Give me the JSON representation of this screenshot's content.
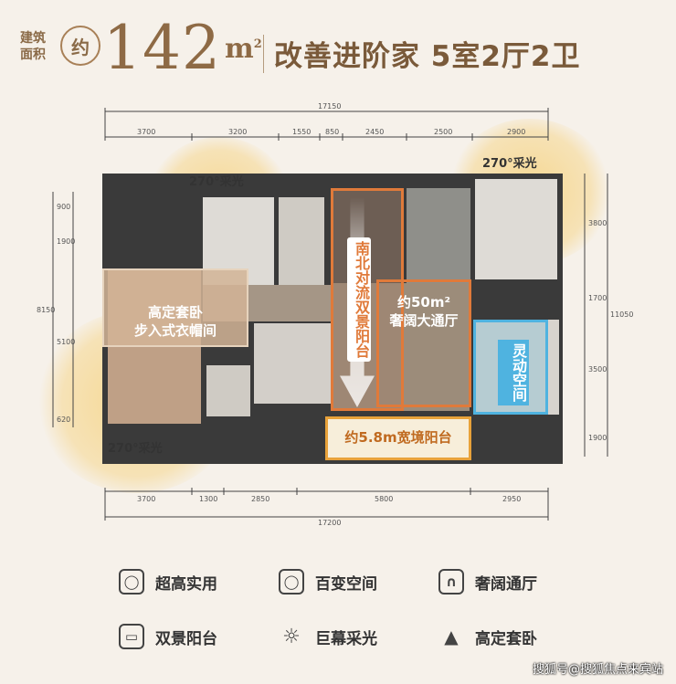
{
  "header": {
    "area_label": "建筑面积",
    "approx": "约",
    "area_value": "142",
    "area_unit": "m",
    "area_unit_sup": "2",
    "headline": "改善进阶家 5室2厅2卫"
  },
  "dimensions": {
    "top_total": "17150",
    "top_segments": [
      "3700",
      "3200",
      "1550",
      "850",
      "2450",
      "2500",
      "2900"
    ],
    "bottom_total": "17200",
    "bottom_segments": [
      "3700",
      "1300",
      "2850",
      "5800",
      "2950"
    ],
    "left_segments": [
      "900",
      "1900",
      "5100",
      "620"
    ],
    "left_total": "8150",
    "right_segments": [
      "3800",
      "1700",
      "3500",
      "1900"
    ],
    "right_total": "11050"
  },
  "labels": {
    "light_270_a": "270°采光",
    "light_270_b": "270°采光",
    "light_270_c": "270°采光",
    "master_suite": "高定套卧\n步入式衣帽间",
    "balcony_vertical": "南北对流双景阳台",
    "living_line1": "约50m²",
    "living_line2": "奢阔大通厅",
    "flex_space": "灵动空间",
    "wide_balcony": "约5.8m宽境阳台"
  },
  "features": [
    {
      "icon": "lightbulb-icon",
      "label": "超高实用"
    },
    {
      "icon": "bulb-outline-icon",
      "label": "百变空间"
    },
    {
      "icon": "sofa-icon",
      "label": "奢阔通厅"
    },
    {
      "icon": "tv-icon",
      "label": "双景阳台"
    },
    {
      "icon": "sun-icon",
      "label": "巨幕采光"
    },
    {
      "icon": "bed-icon",
      "label": "高定套卧"
    }
  ],
  "watermark": "搜狐号@搜狐焦点来宾站",
  "colors": {
    "accent_orange": "#e07a3a",
    "flex_blue": "#4fb3e0",
    "gold_glow": "#f3cf86",
    "brown_text": "#8e6a45"
  }
}
